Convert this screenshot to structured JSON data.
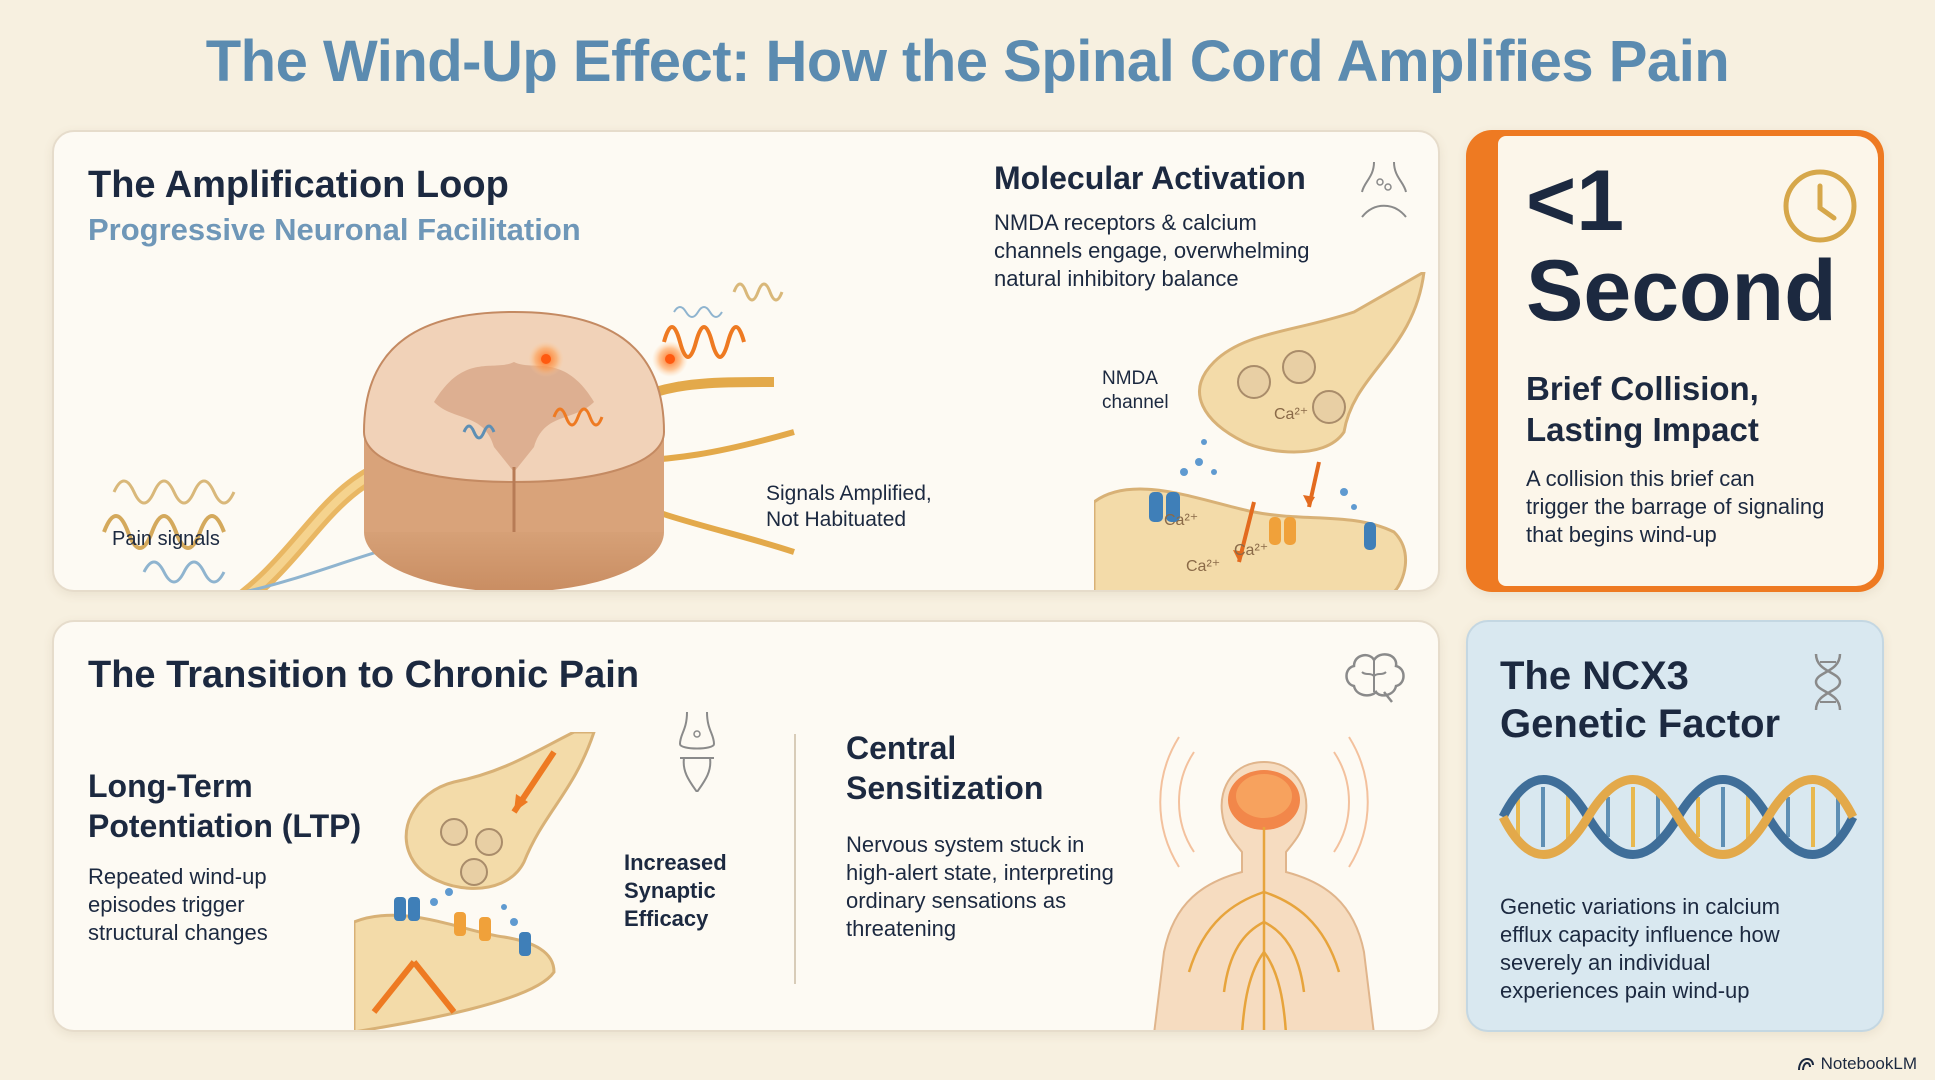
{
  "title": "The Wind-Up Effect: How the Spinal Cord Amplifies Pain",
  "loop": {
    "heading": "The Amplification Loop",
    "subheading": "Progressive Neuronal Facilitation",
    "pain_label": "Pain signals",
    "amplified_label_1": "Signals Amplified,",
    "amplified_label_2": "Not Habituated"
  },
  "molecular": {
    "heading": "Molecular Activation",
    "body_1": "NMDA receptors & calcium",
    "body_2": "channels engage, overwhelming",
    "body_3": "natural inhibitory balance",
    "nmda_label_1": "NMDA",
    "nmda_label_2": "channel",
    "ca_labels": [
      "Ca²⁺",
      "Ca²⁺",
      "Ca²⁺",
      "Ca²⁺"
    ]
  },
  "second": {
    "big_1": "<1",
    "big_2": "Second",
    "heading_1": "Brief Collision,",
    "heading_2": "Lasting Impact",
    "body_1": "A collision this brief can",
    "body_2": "trigger the barrage of signaling",
    "body_3": "that begins wind-up"
  },
  "chronic": {
    "heading": "The Transition to Chronic Pain",
    "ltp_heading_1": "Long-Term",
    "ltp_heading_2": "Potentiation (LTP)",
    "ltp_body_1": "Repeated wind-up",
    "ltp_body_2": "episodes trigger",
    "ltp_body_3": "structural changes",
    "synaptic_1": "Increased",
    "synaptic_2": "Synaptic",
    "synaptic_3": "Efficacy",
    "central_heading_1": "Central",
    "central_heading_2": "Sensitization",
    "central_body_1": "Nervous system stuck in",
    "central_body_2": "high-alert state, interpreting",
    "central_body_3": "ordinary sensations as",
    "central_body_4": "threatening"
  },
  "ncx3": {
    "heading_1": "The NCX3",
    "heading_2": "Genetic Factor",
    "body_1": "Genetic variations in calcium",
    "body_2": "efflux capacity influence how",
    "body_3": "severely an individual",
    "body_4": "experiences pain wind-up"
  },
  "footer": {
    "brand": "NotebookLM"
  },
  "colors": {
    "accent_orange": "#ee7a22",
    "title_blue": "#5b8bb0",
    "navy": "#1c2940",
    "cream": "#f7f0e0"
  },
  "icons": [
    "synapse-icon",
    "clock-icon",
    "brain-icon",
    "dna-icon",
    "notebooklm-logo-icon"
  ]
}
